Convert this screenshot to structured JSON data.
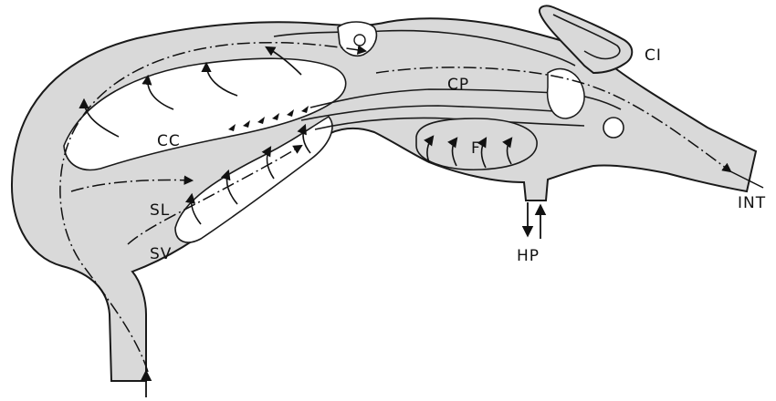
{
  "colors": {
    "tissue": "#d9d9d9",
    "ink": "#111111",
    "background": "#ffffff"
  },
  "labels": {
    "cc": "CC",
    "cp": "CP",
    "ci": "CI",
    "sl": "SL",
    "sv": "SV",
    "f": "F",
    "hp": "HP",
    "int": "INT"
  }
}
